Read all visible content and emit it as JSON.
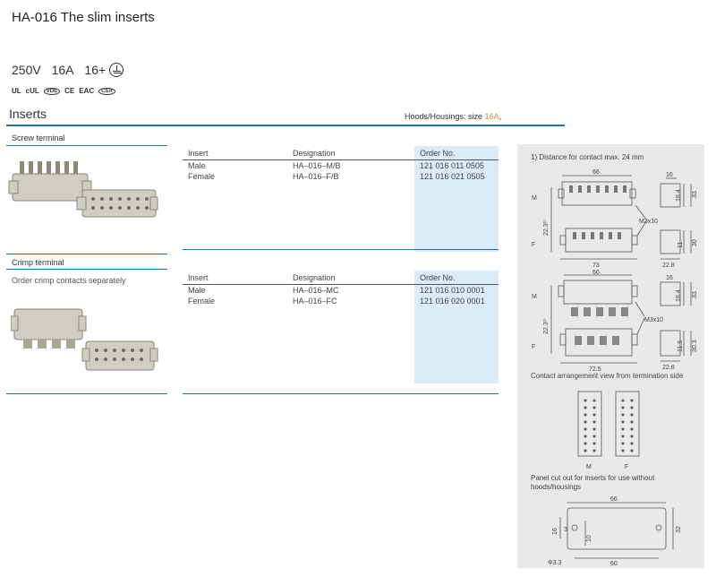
{
  "title": "HA-016 The slim inserts",
  "ratings": {
    "voltage": "250V",
    "current": "16A",
    "contacts": "16+"
  },
  "certifications": [
    "UL",
    "cUL",
    "VDE",
    "CE",
    "EAC",
    "CSA"
  ],
  "inserts_heading": "Inserts",
  "hoods": {
    "prefix": "Hoods/Housings: size ",
    "size": "16A",
    "suffix": ","
  },
  "screw_section": {
    "label": "Screw terminal",
    "columns": [
      "Insert",
      "Designation",
      "Order No."
    ],
    "rows": [
      {
        "insert": "Male",
        "designation": "HA–016–M/B",
        "order": "121 016 011 0505"
      },
      {
        "insert": "Female",
        "designation": "HA–016–F/B",
        "order": "121 016 021 0505"
      }
    ]
  },
  "crimp_section": {
    "label": "Crimp terminal",
    "note": "Order crimp contacts separately",
    "columns": [
      "Insert",
      "Designation",
      "Order No."
    ],
    "rows": [
      {
        "insert": "Male",
        "designation": "HA–016–MC",
        "order": "121 016 010 0001"
      },
      {
        "insert": "Female",
        "designation": "HA–016–FC",
        "order": "121 016 020 0001"
      }
    ]
  },
  "drawing_panel": {
    "note_distance": "1) Distance for contact max. 24 mm",
    "contact_view_label": "Contact arrangement view from termination side",
    "cutout_label": "Panel cut out for inserts for use without hoods/housings",
    "m_label": "M",
    "f_label": "F",
    "dims_screw": {
      "w66": "66",
      "w73": "73",
      "d16": "16",
      "d184": "18.4",
      "d33": "33",
      "m3x10": "M3x10",
      "h223": "22.3¹⁾",
      "d228": "22.8",
      "d11": "11",
      "d30": "30"
    },
    "dims_crimp": {
      "w66": "66",
      "w725": "72.5",
      "d16": "16",
      "d184": "18.4",
      "d33": "33",
      "m3x10": "M3x10",
      "h223": "22.3¹⁾",
      "d228": "22.8",
      "d115": "11.5",
      "d303": "30.3"
    },
    "dims_cutout": {
      "w66": "66",
      "w60": "60",
      "d16": "16",
      "d3": "3",
      "d10": "10",
      "d32": "32",
      "phi": "Φ3.3"
    }
  },
  "colors": {
    "rule": "#1e6fb0",
    "order_bg": "#d9ecf8",
    "accent": "#e8863a",
    "panel_bg": "#e9e9e9"
  }
}
